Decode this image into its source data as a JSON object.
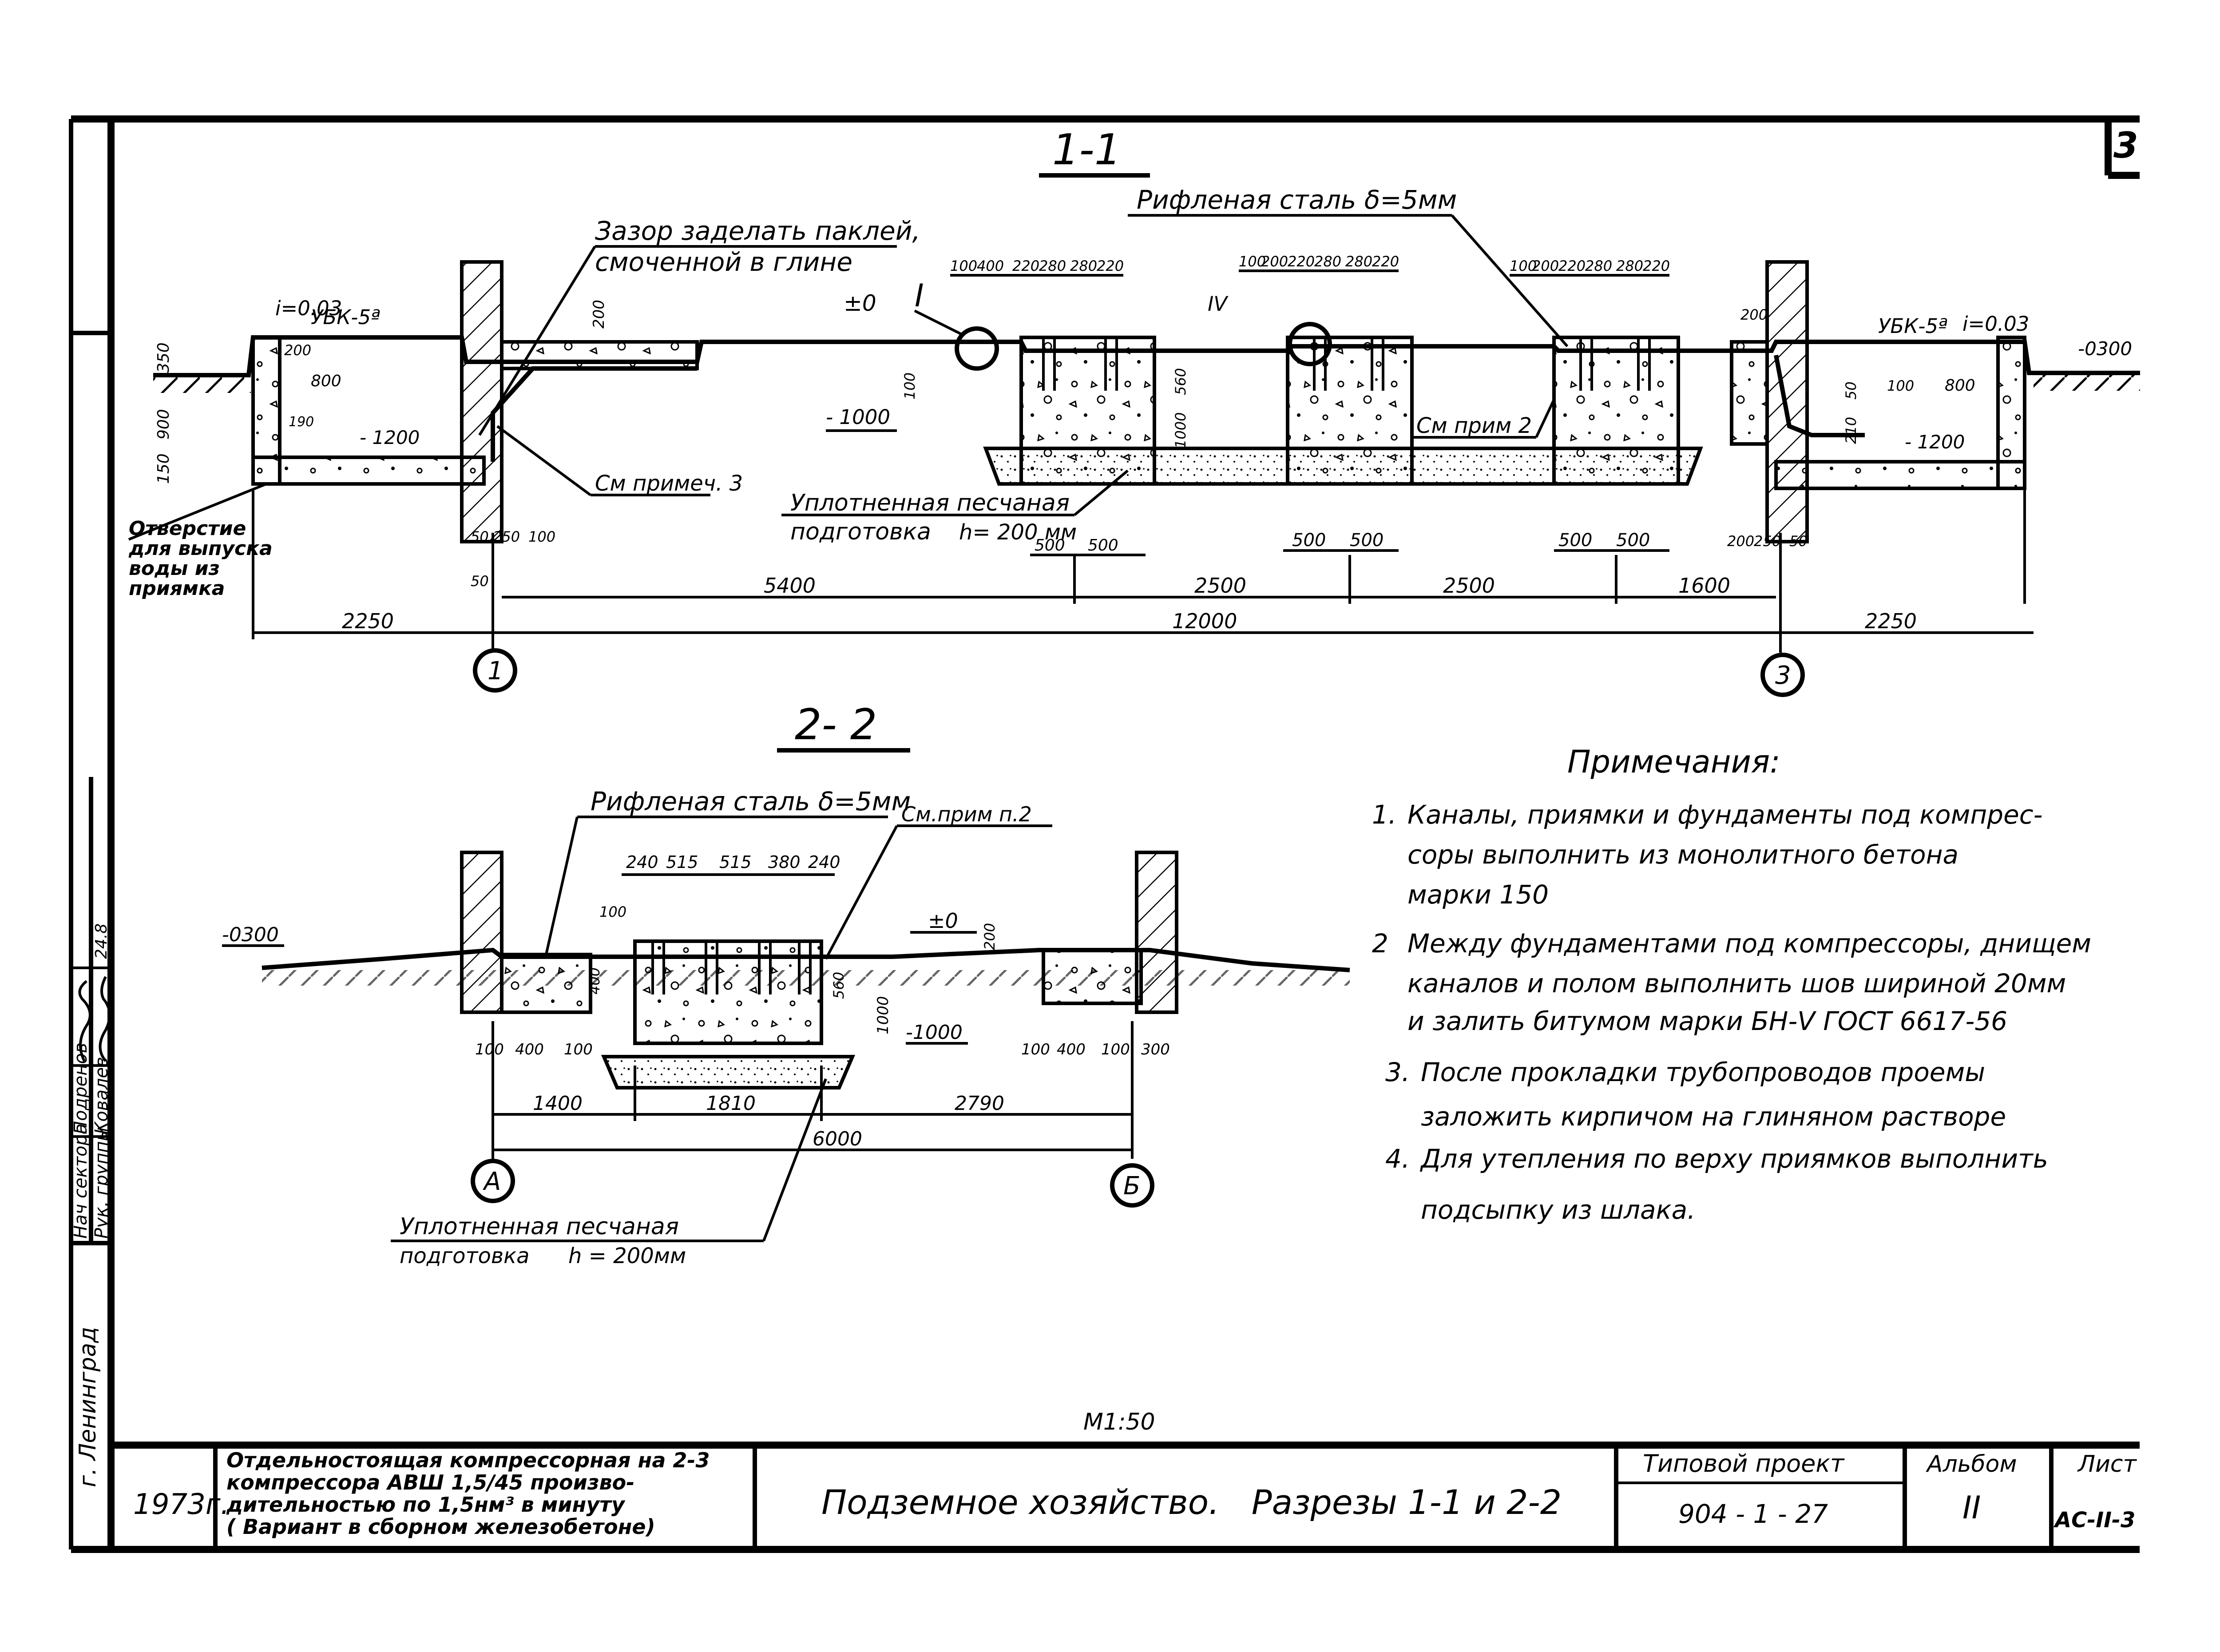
{
  "sheet_number": "3",
  "side_stamp": {
    "city": "г. Ленинград",
    "rows": [
      {
        "role": "Нач сектора",
        "name": "Подренов"
      },
      {
        "role": "Рук. группы",
        "name": "Ковалев"
      }
    ],
    "mark": "24.8"
  },
  "section_1": {
    "title": "1-1",
    "labels": {
      "gap_note_line1": "Зазор заделать паклей,",
      "gap_note_line2": "смоченной в глине",
      "steel": "Рифленая сталь δ=5мм",
      "ubk_left": "УБК-5ª",
      "slope_left": "i=0.03",
      "ubk_right": "УБК-5ª",
      "slope_right": "i=0.03",
      "zero": "±0",
      "mark_minus300": "-0300",
      "mark_minus1000": "- 1000",
      "mark_minus1200_left": "- 1200",
      "mark_minus1200_right": "- 1200",
      "see_note3": "См примеч. 3",
      "see_note2": "См прим 2",
      "sand_line1": "Уплотненная песчаная",
      "sand_line2": "подготовка",
      "sand_h": "h= 200 мм",
      "hole_line1": "Отверстие",
      "hole_line2": "для выпуска",
      "hole_line3": "воды из",
      "hole_line4": "приямка",
      "callout_I": "I",
      "callout_IV": "IV"
    },
    "top_dims_1": [
      "100",
      "400",
      "220",
      "280",
      "280",
      "220"
    ],
    "top_dims_2": [
      "100",
      "200",
      "220",
      "280",
      "280",
      "220"
    ],
    "top_dims_3": [
      "100",
      "200",
      "220",
      "280",
      "280",
      "220"
    ],
    "small_dims": [
      "350",
      "900",
      "150",
      "200",
      "800",
      "190",
      "50",
      "200",
      "250",
      "100",
      "50",
      "100",
      "560",
      "1000",
      "200",
      "50",
      "100",
      "800",
      "210",
      "200",
      "250",
      "50"
    ],
    "under_dims": [
      "500",
      "500",
      "500",
      "500",
      "500",
      "500"
    ],
    "chain_dims": [
      "5400",
      "2500",
      "2500",
      "1600"
    ],
    "outer_left": "2250",
    "outer_mid": "12000",
    "outer_right": "2250",
    "axis_left": "1",
    "axis_right": "3"
  },
  "section_2": {
    "title": "2- 2",
    "labels": {
      "steel": "Рифленая сталь δ=5мм",
      "see_note": "См.прим п.2",
      "mark_minus300": "-0300",
      "zero": "±0",
      "mark_minus1000": "-1000",
      "sand_line1": "Уплотненная песчаная",
      "sand_line2": "подготовка",
      "sand_h": "h = 200мм"
    },
    "top_dims": [
      "240",
      "515",
      "515",
      "380",
      "240"
    ],
    "small_dims": [
      "100",
      "400",
      "100",
      "400",
      "100",
      "560",
      "1000",
      "200",
      "100",
      "400",
      "100",
      "300"
    ],
    "chain_dims": [
      "1400",
      "1810",
      "2790"
    ],
    "total": "6000",
    "axis_left": "А",
    "axis_right": "Б"
  },
  "notes": {
    "title": "Примечания:",
    "items": [
      {
        "num": "1.",
        "lines": [
          "Каналы, приямки и фундаменты под компрес-",
          "соры выполнить из монолитного бетона",
          "марки 150"
        ]
      },
      {
        "num": "2",
        "lines": [
          "Между фундаментами под компрессоры, днищем",
          "каналов и полом выполнить шов шириной 20мм",
          "и залить битумом марки БН-V ГОСТ 6617-56"
        ]
      },
      {
        "num": "3.",
        "lines": [
          "После прокладки трубопроводов проемы",
          "заложить кирпичом на глиняном растворе"
        ]
      },
      {
        "num": "4.",
        "lines": [
          "Для утепления по верху приямков выполнить",
          "подсыпку из шлака."
        ]
      }
    ]
  },
  "scale": "М1:50",
  "title_block": {
    "year": "1973г.",
    "object_line1": "Отдельностоящая компрессорная на 2-3",
    "object_line2": "компрессора АВШ 1,5/45 произво-",
    "object_line3": "дительностью по 1,5нм³ в минуту",
    "object_line4": "( Вариант в сборном железобетоне)",
    "sheet_title": "Подземное хозяйство.   Разрезы 1-1 и 2-2",
    "project_label": "Типовой проект",
    "project_number": "904 - 1 - 27",
    "album_label": "Альбом",
    "album_value": "II",
    "sheet_label": "Лист",
    "sheet_value": "АС-II-3"
  }
}
